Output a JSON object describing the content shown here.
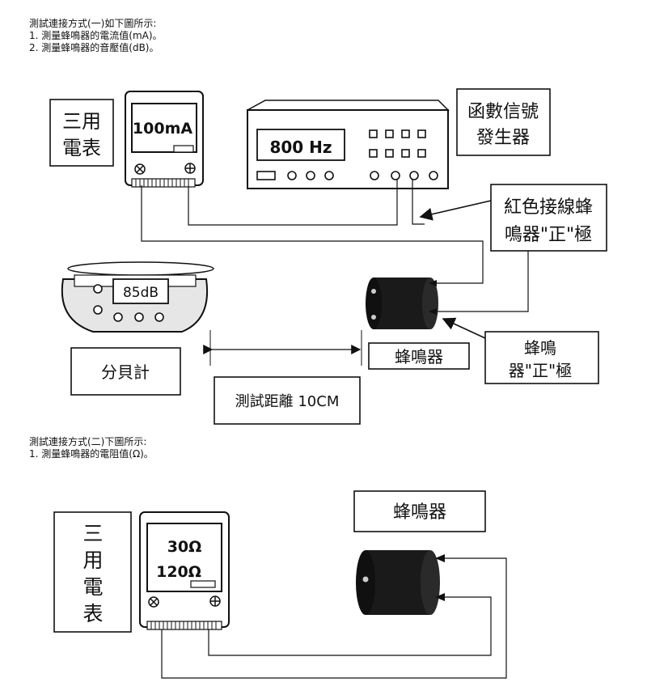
{
  "setup1": {
    "heading": "測試連接方式(一)如下圖所示:",
    "items": [
      "1. 測量蜂鳴器的電流值(mA)。",
      "2. 測量蜂鳴器的音壓值(dB)。"
    ],
    "multimeter_label": [
      "三用",
      "電表"
    ],
    "multimeter_reading": "100mA",
    "generator_label": [
      "函數信號",
      "發生器"
    ],
    "generator_reading": "800 Hz",
    "red_wire_label": [
      "紅色接線蜂",
      "鳴器\"正\"極"
    ],
    "buzzer_positive_label": [
      "蜂鳴",
      "器\"正\"極"
    ],
    "meter_reading": "85dB",
    "meter_label": "分貝計",
    "buzzer_label": "蜂鳴器",
    "distance_label": "測試距離  10CM"
  },
  "setup2": {
    "heading": "測試連接方式(二)下圖所示:",
    "items": [
      "1. 測量蜂鳴器的電阻值(Ω)。"
    ],
    "multimeter_label": [
      "三",
      "用",
      "電",
      "表"
    ],
    "readings": [
      "30Ω",
      "120Ω"
    ],
    "buzzer_label": "蜂鳴器"
  }
}
